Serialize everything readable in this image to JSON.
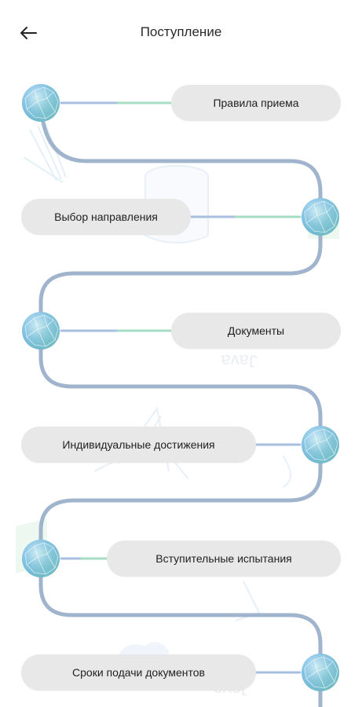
{
  "header": {
    "back_icon": "arrow-left-icon",
    "title": "Поступление"
  },
  "steps": [
    {
      "label": "Правила приема"
    },
    {
      "label": "Выбор направления"
    },
    {
      "label": "Документы"
    },
    {
      "label": "Индивидуальные достижения"
    },
    {
      "label": "Вступительные испытания"
    },
    {
      "label": "Сроки подачи документов"
    }
  ],
  "background_words": [
    "Java",
    "Java"
  ],
  "colors": {
    "path": "#8fa8c4",
    "connector": "#a7bfe0",
    "connector_green": "#9fd9c0",
    "pill_bg": "#e8e8e8",
    "globe_blue": "#5b9bd5",
    "globe_green": "#8ad6a6"
  }
}
